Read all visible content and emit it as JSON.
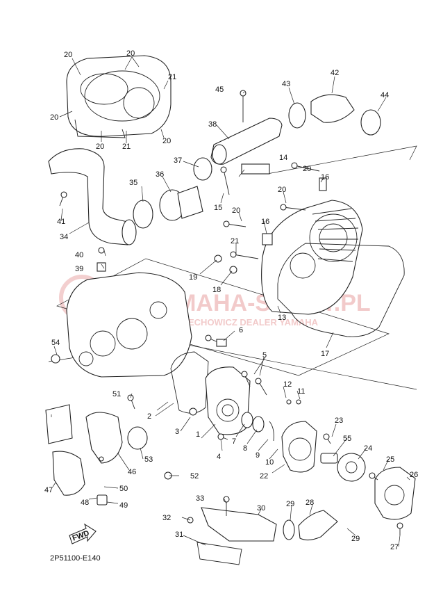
{
  "diagram": {
    "code": "2P51100-E140",
    "fwd_label": "FWD",
    "watermark": {
      "title": "YAMAHA-SPORT.PL",
      "subtitle": "CIECHOWICZ DEALER YAMAHA"
    },
    "labels": [
      "1",
      "2",
      "3",
      "4",
      "5",
      "6",
      "7",
      "8",
      "9",
      "10",
      "11",
      "12",
      "13",
      "14",
      "15",
      "16",
      "17",
      "18",
      "19",
      "20",
      "21",
      "22",
      "23",
      "24",
      "25",
      "26",
      "27",
      "28",
      "29",
      "30",
      "31",
      "32",
      "33",
      "34",
      "35",
      "36",
      "37",
      "38",
      "39",
      "40",
      "41",
      "42",
      "43",
      "44",
      "45",
      "46",
      "47",
      "48",
      "49",
      "50",
      "51",
      "52",
      "53",
      "54",
      "55"
    ]
  }
}
